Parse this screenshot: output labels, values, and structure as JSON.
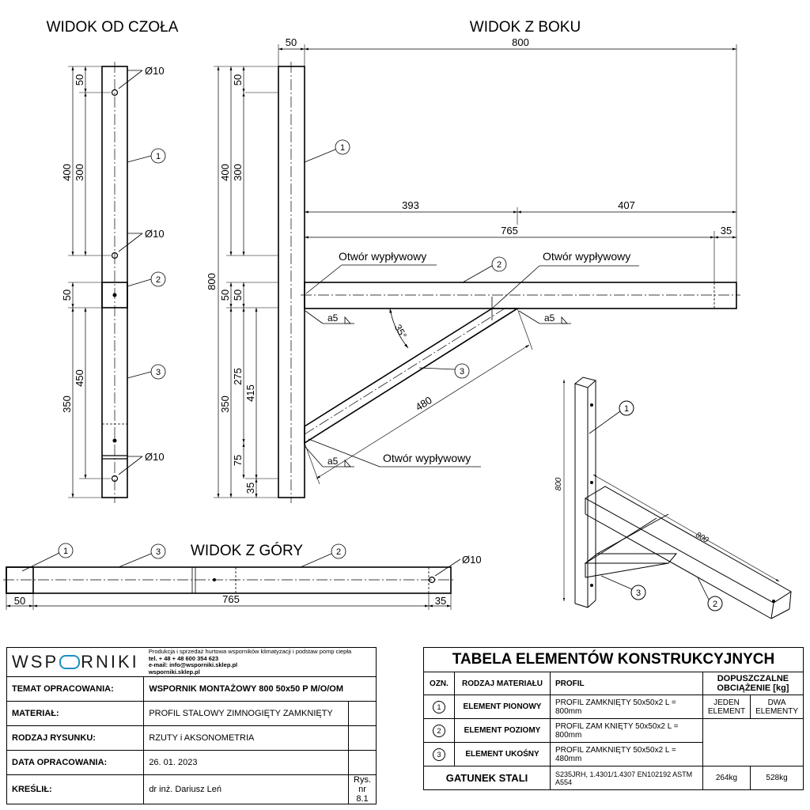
{
  "views": {
    "front": {
      "title": "WIDOK OD CZOŁA"
    },
    "side": {
      "title": "WIDOK Z BOKU"
    },
    "top": {
      "title": "WIDOK Z GÓRY"
    }
  },
  "dims": {
    "d50": "50",
    "d800": "800",
    "d400": "400",
    "d300": "300",
    "d450": "450",
    "d350": "350",
    "d393": "393",
    "d407": "407",
    "d765": "765",
    "d35": "35",
    "d275": "275",
    "d415": "415",
    "d75": "75",
    "d480": "480",
    "dia10": "Ø10",
    "angle": "35°",
    "weld": "a5"
  },
  "labels": {
    "outlet": "Otwór wypływowy",
    "callout_1": "1",
    "callout_2": "2",
    "callout_3": "3"
  },
  "title_block": {
    "logo": {
      "part1": "WSP",
      "part2": "RNIKI"
    },
    "company_line1": "Produkcja i sprzedaż hurtowa wsporników klimatyzacji i podstaw pomp ciepła",
    "company_line2": "tel. + 48 + 48 600 354 623",
    "company_line3": "e-mail: info@wsporniki.sklep.pl",
    "company_line4": "wsporniki.sklep.pl",
    "rows": [
      {
        "label": "TEMAT OPRACOWANIA:",
        "value": "WSPORNIK MONTAŻOWY 800 50x50 P M/O/OM"
      },
      {
        "label": "MATERIAŁ:",
        "value": "PROFIL STALOWY ZIMNOGIĘTY ZAMKNIĘTY"
      },
      {
        "label": "RODZAJ RYSUNKU:",
        "value": "RZUTY i AKSONOMETRIA"
      },
      {
        "label": "DATA OPRACOWANIA:",
        "value": "26. 01. 2023"
      },
      {
        "label": "KREŚLIŁ:",
        "value": "dr inż. Dariusz Leń",
        "extra": "Rys. nr 8.1"
      }
    ]
  },
  "elements_table": {
    "title": "TABELA ELEMENTÓW KONSTRUKCYJNYCH",
    "headers": {
      "ozn": "OZN.",
      "material": "RODZAJ MATERIAŁU",
      "profile": "PROFIL",
      "load": "DOPUSZCZALNE OBCIĄŻENIE [kg]",
      "one": "JEDEN ELEMENT",
      "two": "DWA ELEMENTY"
    },
    "rows": [
      {
        "ozn": "1",
        "material": "ELEMENT PIONOWY",
        "profile": "PROFIL ZAMKNIĘTY 50x50x2 L = 800mm"
      },
      {
        "ozn": "2",
        "material": "ELEMENT POZIOMY",
        "profile": "PROFIL ZAM KNIĘTY 50x50x2 L = 800mm"
      },
      {
        "ozn": "3",
        "material": "ELEMENT UKOŚNY",
        "profile": "PROFIL ZAMKNIĘTY 50x50x2 L = 480mm"
      }
    ],
    "grade": {
      "label": "GATUNEK STALI",
      "value": "S235JRH, 1.4301/1.4307  EN102192 ASTM A554",
      "one": "264kg",
      "two": "528kg"
    }
  }
}
